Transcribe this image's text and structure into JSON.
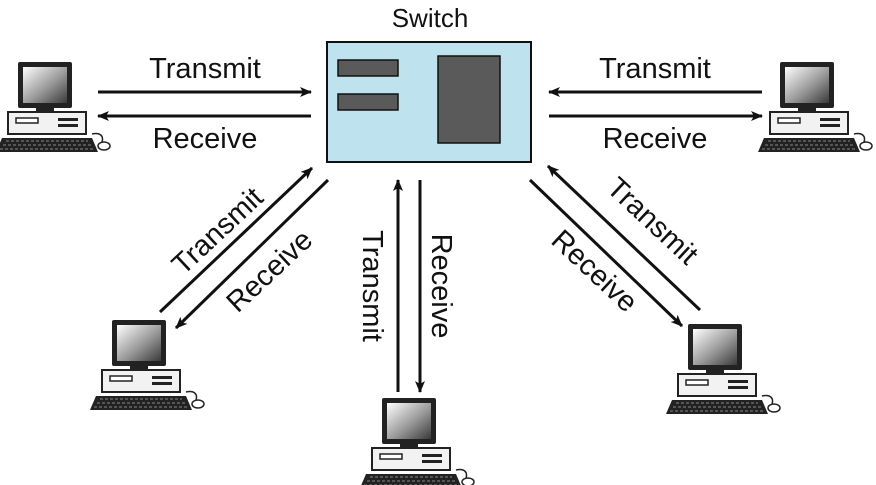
{
  "switch": {
    "title": "Switch",
    "fill": "#bfe3ee",
    "port_color": "#5a5a5a"
  },
  "links": {
    "left": {
      "transmit": "Transmit",
      "receive": "Receive"
    },
    "right": {
      "transmit": "Transmit",
      "receive": "Receive"
    },
    "bottom_left": {
      "transmit": "Transmit",
      "receive": "Receive"
    },
    "bottom_center": {
      "transmit": "Transmit",
      "receive": "Receive"
    },
    "bottom_right": {
      "transmit": "Transmit",
      "receive": "Receive"
    }
  },
  "icons": {
    "computer": "desktop-computer-icon"
  }
}
